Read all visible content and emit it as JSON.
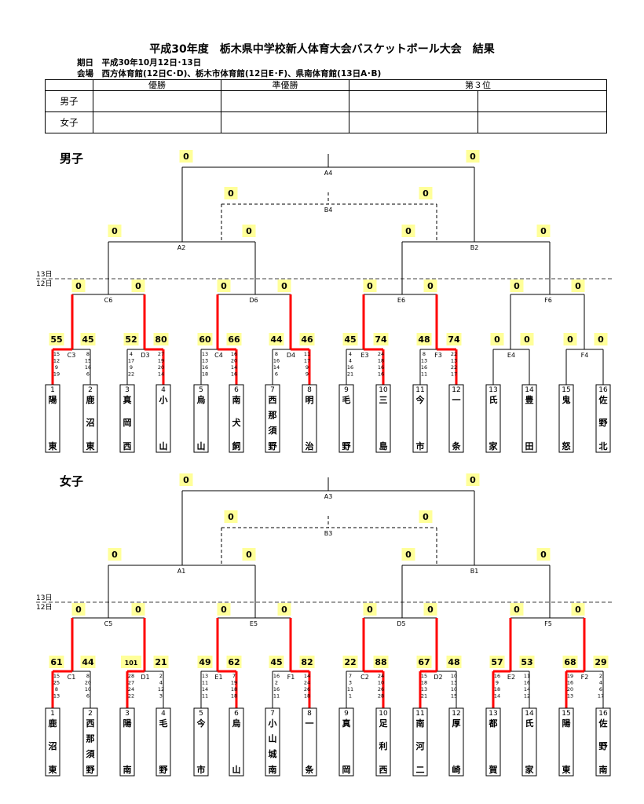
{
  "title": "平成30年度　栃木県中学校新人体育大会バスケットボール大会　結果",
  "date_line": "期日　平成30年10月12日･13日",
  "venue_line": "会場　西方体育館(12日C･D)、栃木市体育館(12日E･F)、県南体育館(13日A･B)",
  "results_table": {
    "headers": [
      "",
      "優勝",
      "準優勝",
      "第３位"
    ],
    "rows": [
      {
        "label": "男子",
        "cells": [
          "",
          "",
          "",
          ""
        ]
      },
      {
        "label": "女子",
        "cells": [
          "",
          "",
          "",
          ""
        ]
      }
    ]
  },
  "day_labels": {
    "d13": "13日",
    "d12": "12日"
  },
  "accent_color": "#ff0000",
  "score_box_color": "#ffff99",
  "brackets": [
    {
      "label": "男子",
      "final": {
        "code": "A4",
        "scores": [
          "0",
          "0"
        ]
      },
      "third": {
        "code": "B4",
        "scores": [
          "0",
          "0"
        ]
      },
      "semis": [
        {
          "code": "A2",
          "scores": [
            "0",
            "0"
          ]
        },
        {
          "code": "B2",
          "scores": [
            "0",
            "0"
          ]
        }
      ],
      "quarters": [
        {
          "code": "C6",
          "scores": [
            "0",
            "0"
          ],
          "winner": null
        },
        {
          "code": "D6",
          "scores": [
            "0",
            "0"
          ],
          "winner": null
        },
        {
          "code": "E6",
          "scores": [
            "0",
            "0"
          ],
          "winner": null
        },
        {
          "code": "F6",
          "scores": [
            "0",
            "0"
          ],
          "winner": null
        }
      ],
      "first_round": [
        {
          "code": "C3",
          "scores": [
            "55",
            "45"
          ],
          "periods_left": [
            "15",
            "12",
            "9",
            "19"
          ],
          "periods_right": [
            "8",
            "15",
            "16",
            "6"
          ],
          "winner": 0
        },
        {
          "code": "D3",
          "scores": [
            "52",
            "80"
          ],
          "periods_left": [
            "4",
            "17",
            "9",
            "22"
          ],
          "periods_right": [
            "27",
            "19",
            "20",
            "14"
          ],
          "winner": 1
        },
        {
          "code": "C4",
          "scores": [
            "60",
            "66"
          ],
          "periods_left": [
            "13",
            "13",
            "16",
            "18"
          ],
          "periods_right": [
            "16",
            "20",
            "14",
            "16"
          ],
          "winner": 1
        },
        {
          "code": "D4",
          "scores": [
            "44",
            "46"
          ],
          "periods_left": [
            "8",
            "16",
            "14",
            "6"
          ],
          "periods_right": [
            "11",
            "17",
            "9",
            "9"
          ],
          "winner": 1
        },
        {
          "code": "E3",
          "scores": [
            "45",
            "74"
          ],
          "periods_left": [
            "4",
            "4",
            "16",
            "21"
          ],
          "periods_right": [
            "24",
            "18",
            "16",
            "16"
          ],
          "winner": 1
        },
        {
          "code": "F3",
          "scores": [
            "48",
            "74"
          ],
          "periods_left": [
            "8",
            "13",
            "16",
            "11"
          ],
          "periods_right": [
            "22",
            "13",
            "22",
            "17"
          ],
          "winner": 1
        },
        {
          "code": "E4",
          "scores": [
            "0",
            "0"
          ],
          "periods_left": [],
          "periods_right": [],
          "winner": null
        },
        {
          "code": "F4",
          "scores": [
            "0",
            "0"
          ],
          "periods_left": [],
          "periods_right": [],
          "winner": null
        }
      ],
      "teams": [
        {
          "num": "1",
          "name": [
            "陽",
            "東"
          ]
        },
        {
          "num": "2",
          "name": [
            "鹿",
            "沼",
            "東"
          ]
        },
        {
          "num": "3",
          "name": [
            "真",
            "岡",
            "西"
          ]
        },
        {
          "num": "4",
          "name": [
            "小",
            "山"
          ]
        },
        {
          "num": "5",
          "name": [
            "烏",
            "山"
          ]
        },
        {
          "num": "6",
          "name": [
            "南",
            "犬",
            "飼"
          ]
        },
        {
          "num": "7",
          "name": [
            "西",
            "那",
            "須",
            "野"
          ]
        },
        {
          "num": "8",
          "name": [
            "明",
            "治"
          ]
        },
        {
          "num": "9",
          "name": [
            "毛",
            "野"
          ]
        },
        {
          "num": "10",
          "name": [
            "三",
            "島"
          ]
        },
        {
          "num": "11",
          "name": [
            "今",
            "市"
          ]
        },
        {
          "num": "12",
          "name": [
            "一",
            "条"
          ]
        },
        {
          "num": "13",
          "name": [
            "氏",
            "家"
          ]
        },
        {
          "num": "14",
          "name": [
            "豊",
            "田"
          ]
        },
        {
          "num": "15",
          "name": [
            "鬼",
            "怒"
          ]
        },
        {
          "num": "16",
          "name": [
            "佐",
            "野",
            "北"
          ]
        }
      ]
    },
    {
      "label": "女子",
      "final": {
        "code": "A3",
        "scores": [
          "0",
          "0"
        ]
      },
      "third": {
        "code": "B3",
        "scores": [
          "0",
          "0"
        ]
      },
      "semis": [
        {
          "code": "A1",
          "scores": [
            "0",
            "0"
          ]
        },
        {
          "code": "B1",
          "scores": [
            "0",
            "0"
          ]
        }
      ],
      "quarters": [
        {
          "code": "C5",
          "scores": [
            "0",
            "0"
          ],
          "winner": null
        },
        {
          "code": "E5",
          "scores": [
            "0",
            "0"
          ],
          "winner": null
        },
        {
          "code": "D5",
          "scores": [
            "0",
            "0"
          ],
          "winner": null
        },
        {
          "code": "F5",
          "scores": [
            "0",
            "0"
          ],
          "winner": null
        }
      ],
      "first_round": [
        {
          "code": "C1",
          "scores": [
            "61",
            "44"
          ],
          "periods_left": [
            "15",
            "25",
            "8",
            "13"
          ],
          "periods_right": [
            "8",
            "20",
            "10",
            "6"
          ],
          "winner": 0
        },
        {
          "code": "D1",
          "scores": [
            "101",
            "21"
          ],
          "periods_left": [
            "28",
            "27",
            "24",
            "22"
          ],
          "periods_right": [
            "2",
            "4",
            "12",
            "3"
          ],
          "winner": 0
        },
        {
          "code": "E1",
          "scores": [
            "49",
            "62"
          ],
          "periods_left": [
            "13",
            "11",
            "14",
            "11"
          ],
          "periods_right": [
            "7",
            "19",
            "18",
            "18"
          ],
          "winner": 1
        },
        {
          "code": "F1",
          "scores": [
            "45",
            "82"
          ],
          "periods_left": [
            "16",
            "2",
            "16",
            "11"
          ],
          "periods_right": [
            "14",
            "24",
            "26",
            "18"
          ],
          "winner": 1
        },
        {
          "code": "C2",
          "scores": [
            "22",
            "88"
          ],
          "periods_left": [
            "7",
            "3",
            "11",
            "1"
          ],
          "periods_right": [
            "24",
            "10",
            "26",
            "28"
          ],
          "winner": 1
        },
        {
          "code": "D2",
          "scores": [
            "67",
            "48"
          ],
          "periods_left": [
            "15",
            "18",
            "13",
            "21"
          ],
          "periods_right": [
            "10",
            "13",
            "10",
            "15"
          ],
          "winner": 0
        },
        {
          "code": "E2",
          "scores": [
            "57",
            "53"
          ],
          "periods_left": [
            "16",
            "9",
            "18",
            "14"
          ],
          "periods_right": [
            "11",
            "16",
            "14",
            "12"
          ],
          "winner": 0
        },
        {
          "code": "F2",
          "scores": [
            "68",
            "29"
          ],
          "periods_left": [
            "19",
            "16",
            "20",
            "13"
          ],
          "periods_right": [
            "2",
            "4",
            "6",
            "17"
          ],
          "winner": 0
        }
      ],
      "teams": [
        {
          "num": "1",
          "name": [
            "鹿",
            "沼",
            "東"
          ]
        },
        {
          "num": "2",
          "name": [
            "西",
            "那",
            "須",
            "野"
          ]
        },
        {
          "num": "3",
          "name": [
            "陽",
            "南"
          ]
        },
        {
          "num": "4",
          "name": [
            "毛",
            "野"
          ]
        },
        {
          "num": "5",
          "name": [
            "今",
            "市"
          ]
        },
        {
          "num": "6",
          "name": [
            "烏",
            "山"
          ]
        },
        {
          "num": "7",
          "name": [
            "小",
            "山",
            "城",
            "南"
          ]
        },
        {
          "num": "8",
          "name": [
            "一",
            "条"
          ]
        },
        {
          "num": "9",
          "name": [
            "真",
            "岡"
          ]
        },
        {
          "num": "10",
          "name": [
            "足",
            "利",
            "西"
          ]
        },
        {
          "num": "11",
          "name": [
            "南",
            "河",
            "二"
          ]
        },
        {
          "num": "12",
          "name": [
            "厚",
            "崎"
          ]
        },
        {
          "num": "13",
          "name": [
            "都",
            "賀"
          ]
        },
        {
          "num": "14",
          "name": [
            "氏",
            "家"
          ]
        },
        {
          "num": "15",
          "name": [
            "陽",
            "東"
          ]
        },
        {
          "num": "16",
          "name": [
            "佐",
            "野",
            "南"
          ]
        }
      ]
    }
  ]
}
